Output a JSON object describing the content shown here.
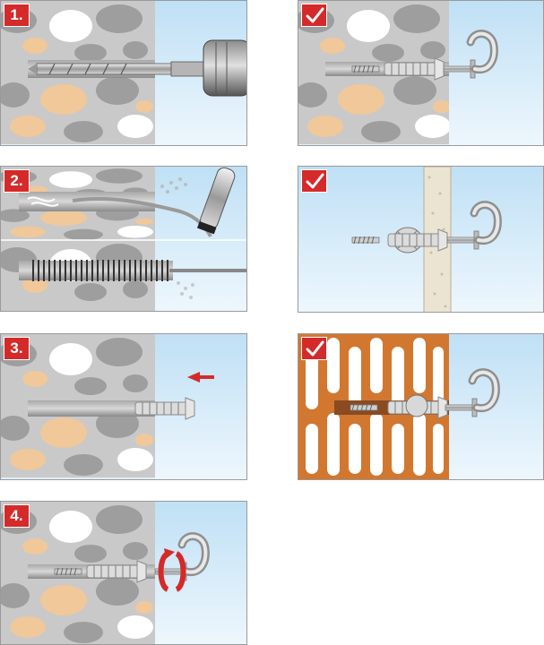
{
  "steps": [
    {
      "label": "1."
    },
    {
      "label": "2."
    },
    {
      "label": "3."
    },
    {
      "label": "4."
    }
  ],
  "results": [
    {
      "badge_icon": "checkmark-icon",
      "wall": "masonry"
    },
    {
      "badge_icon": "checkmark-icon",
      "wall": "drywall-board"
    },
    {
      "badge_icon": "checkmark-icon",
      "wall": "perforated-brick"
    }
  ],
  "colors": {
    "badge_red": "#d42a2a",
    "stone_grey": "#9b9b9b",
    "stone_tan": "#f0c89a",
    "mortar": "#c8c8c8",
    "brick": "#d2772f",
    "sky": "#cfe8f7"
  }
}
